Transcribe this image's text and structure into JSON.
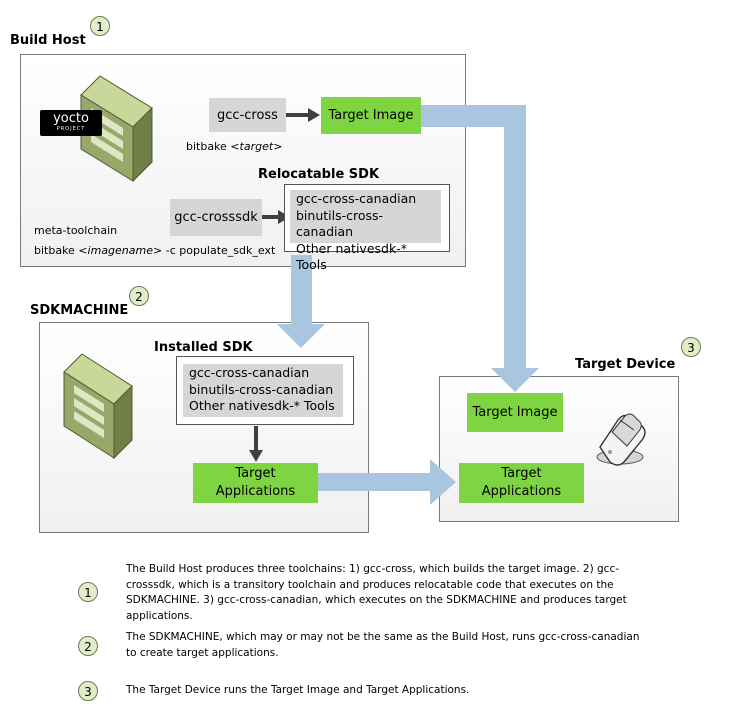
{
  "build_host": {
    "title": "Build Host",
    "step": "1",
    "logo_text": "yocto",
    "logo_sub": "PROJECT",
    "gcc_cross": "gcc-cross",
    "target_image": "Target Image",
    "bitbake_target_prefix": "bitbake <",
    "bitbake_target_arg": "target",
    "bitbake_target_suffix": ">",
    "relocatable_sdk_title": "Relocatable SDK",
    "gcc_crosssdk": "gcc-crosssdk",
    "sdk_tools": [
      "gcc-cross-canadian",
      "binutils-cross-canadian",
      "Other nativesdk-* Tools"
    ],
    "meta_toolchain": "meta-toolchain",
    "bitbake_image_prefix": "bitbake <",
    "bitbake_image_arg": "imagename",
    "bitbake_image_suffix": "> -c populate_sdk_ext"
  },
  "sdkmachine": {
    "title": "SDKMACHINE",
    "step": "2",
    "installed_sdk_title": "Installed SDK",
    "sdk_tools": [
      "gcc-cross-canadian",
      "binutils-cross-canadian",
      "Other nativesdk-* Tools"
    ],
    "target_applications": "Target\nApplications"
  },
  "target_device": {
    "title": "Target Device",
    "step": "3",
    "target_image": "Target Image",
    "target_applications": "Target\nApplications"
  },
  "legend": [
    {
      "num": "1",
      "text": "The Build Host produces three toolchains: 1)  gcc-cross, which builds the target image.  2) gcc-crosssdk, which is a transitory toolchain and produces relocatable code that executes on the SDKMACHINE. 3) gcc-cross-canadian, which executes on the SDKMACHINE and produces target applications."
    },
    {
      "num": "2",
      "text": "The SDKMACHINE, which may or may not be the same as the Build Host, runs gcc-cross-canadian to create target applications."
    },
    {
      "num": "3",
      "text": "The Target Device runs the Target Image and Target Applications."
    }
  ],
  "colors": {
    "green_box": "#7fd442",
    "gray_box": "#d6d6d6",
    "blue_arrow": "#a9c6e0",
    "dark_arrow": "#404040"
  }
}
